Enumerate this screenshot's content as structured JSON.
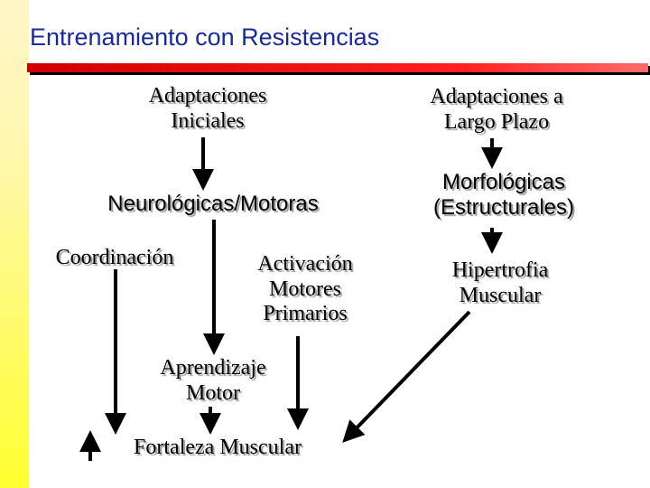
{
  "title": "Entrenamiento con Resistencias",
  "nodes": {
    "initial_adaptations": "Adaptaciones\nIniciales",
    "long_term_adaptations": "Adaptaciones a\nLargo Plazo",
    "neurological_motor": "Neurológicas/Motoras",
    "morphological": "Morfológicas\n(Estructurales)",
    "coordination": "Coordinación",
    "prime_mover_activation": "Activación\nMotores\nPrimarios",
    "hypertrophy": "Hipertrofia\nMuscular",
    "motor_learning": "Aprendizaje\nMotor",
    "muscular_strength": "Fortaleza Muscular"
  },
  "colors": {
    "title": "#1a2a9a",
    "rule": "#e00000",
    "left_bar": "#ffff40"
  }
}
